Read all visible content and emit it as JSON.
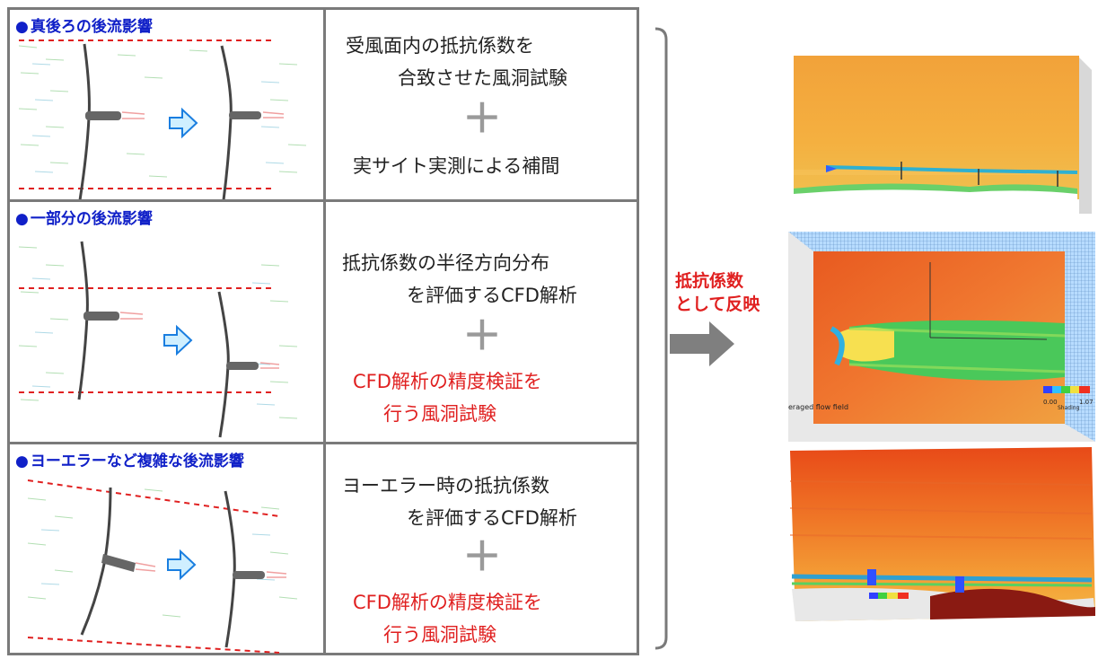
{
  "rows": [
    {
      "header": "真後ろの後流影響",
      "lines": [
        "受風面内の抵抗係数を",
        "合致させた風洞試験"
      ],
      "plus": "＋",
      "extra": [
        "実サイト実測による補間"
      ]
    },
    {
      "header": "一部分の後流影響",
      "lines": [
        "抵抗係数の半径方向分布",
        "を評価するCFD解析"
      ],
      "plus": "＋",
      "extra": [
        "CFD解析の精度検証を",
        "行う風洞試験"
      ]
    },
    {
      "header": "ヨーエラーなど複雑な後流影響",
      "lines": [
        "ヨーエラー時の抵抗係数",
        "を評価するCFD解析"
      ],
      "plus": "＋",
      "extra": [
        "CFD解析の精度検証を",
        "行う風洞試験"
      ]
    }
  ],
  "reflect": [
    "抵抗係数",
    "として反映"
  ],
  "cfd2": {
    "caption": "eraged flow field",
    "legend_min": "0.00",
    "legend_max": "1.07",
    "legend_label": "Shading"
  },
  "colors": {
    "header_blue": "#1020c8",
    "accent_red": "#e02020",
    "border_gray": "#7a7a7a",
    "arrow_gray": "#7f7f7f"
  }
}
